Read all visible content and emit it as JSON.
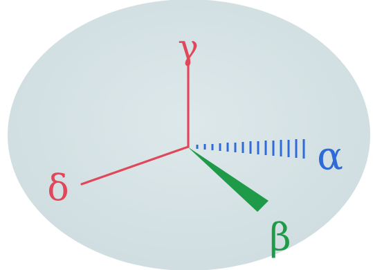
{
  "diagram": {
    "center_label": "",
    "substituents": {
      "alpha": {
        "label": "α",
        "bond": "hashed-wedge",
        "color": "#2f6bd8"
      },
      "beta": {
        "label": "β",
        "bond": "solid-wedge",
        "color": "#1f9a48"
      },
      "gamma": {
        "label": "γ",
        "bond": "line",
        "color": "#e0475a"
      },
      "delta": {
        "label": "δ",
        "bond": "line",
        "color": "#e0475a"
      }
    },
    "colors": {
      "background": "#d9e4e6",
      "page": "#ffffff"
    }
  }
}
